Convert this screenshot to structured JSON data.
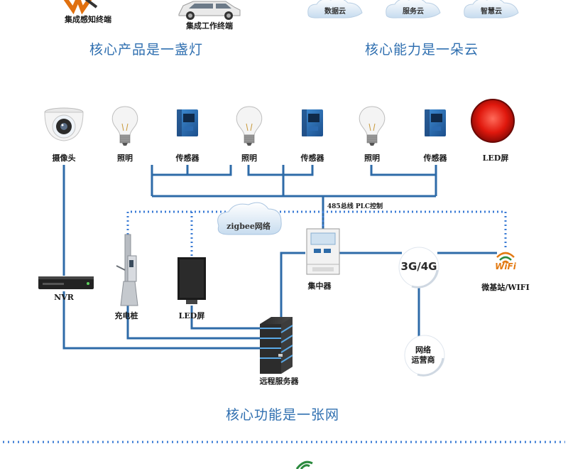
{
  "top": {
    "terminals": [
      "集成感知终端",
      "集成工作终端"
    ],
    "logo_text": "WiFi",
    "clouds": [
      "数据云",
      "服务云",
      "智慧云"
    ]
  },
  "headings": {
    "product": "核心产品是一盏灯",
    "capability": "核心能力是一朵云",
    "function": "核心功能是一张网"
  },
  "devices": {
    "camera": "摄像头",
    "light1": "照明",
    "sensor1": "传感器",
    "light2": "照明",
    "sensor2": "传感器",
    "light3": "照明",
    "sensor3": "传感器",
    "led_screen_top": "LED屏",
    "nvr": "NVR",
    "charging_pile": "充电桩",
    "led_screen": "LED屏",
    "concentrator": "集中器",
    "server": "远程服务器",
    "base_station": "微基站/WIFI",
    "operator": "网络\n运营商"
  },
  "network": {
    "bus_label": "485总线 PLC控制",
    "zigbee": "zigbee网络",
    "cellular": "3G/4G",
    "wifi_logo": "WiFi",
    "operator_line1": "网络",
    "operator_line2": "运营商"
  },
  "colors": {
    "line": "#2e6ba8",
    "dotted": "#3a7bd5",
    "heading": "#2f6fb0"
  }
}
